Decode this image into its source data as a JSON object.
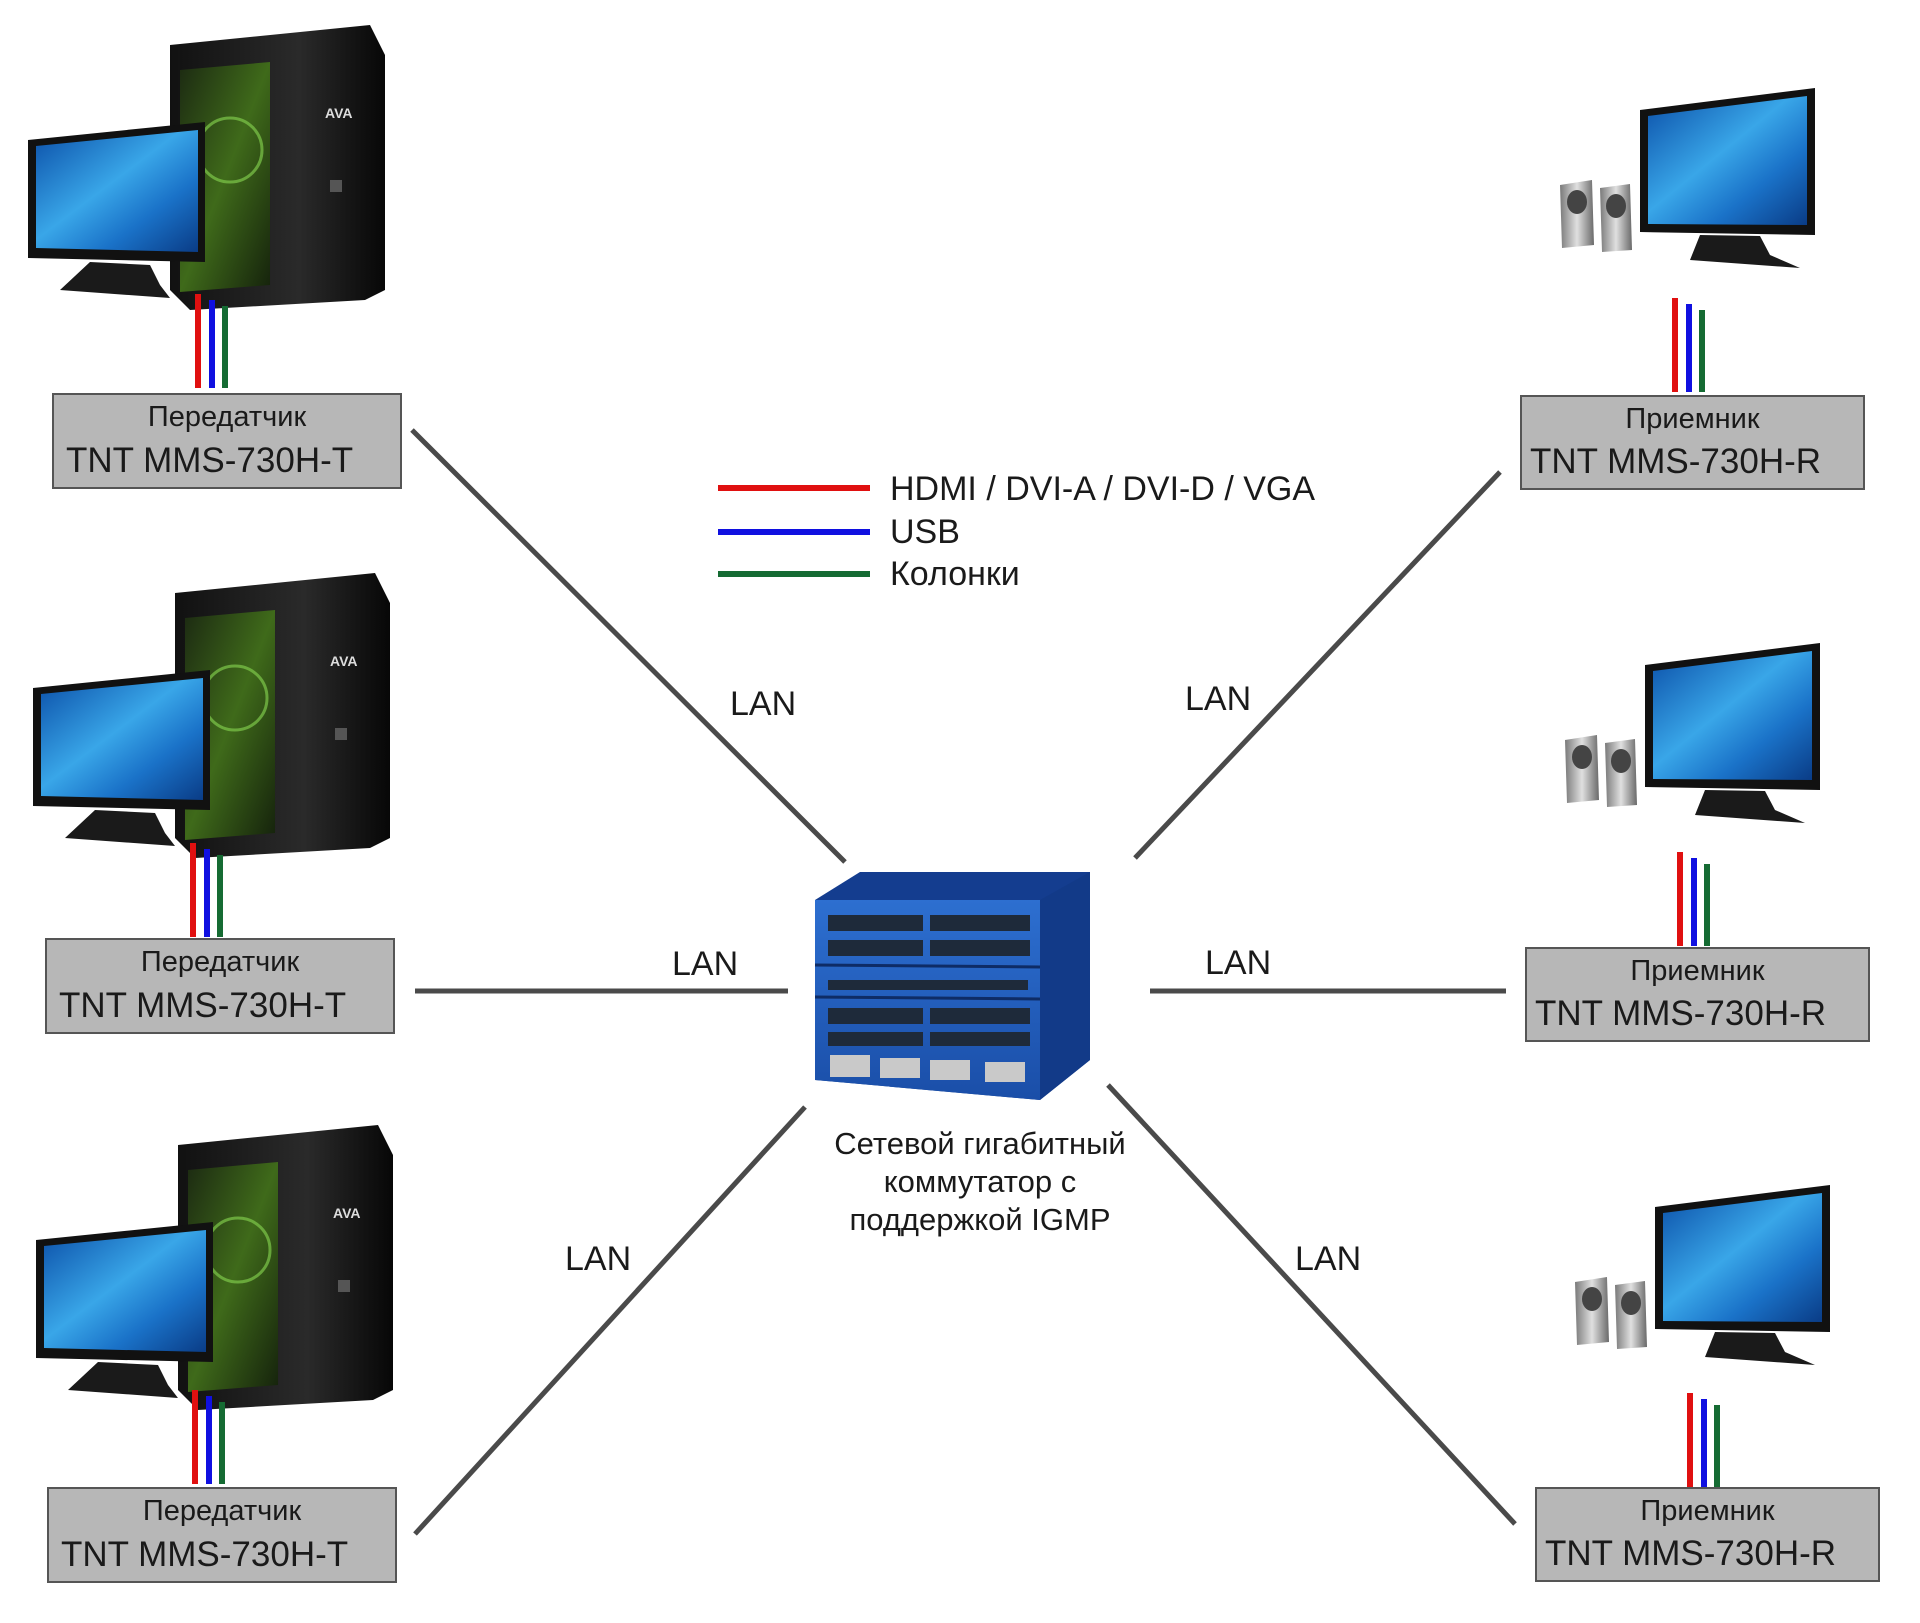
{
  "transmitters": [
    {
      "title": "Передатчик",
      "model": "TNT MMS-730H-T"
    },
    {
      "title": "Передатчик",
      "model": "TNT MMS-730H-T"
    },
    {
      "title": "Передатчик",
      "model": "TNT MMS-730H-T"
    }
  ],
  "receivers": [
    {
      "title": "Приемник",
      "model": "TNT MMS-730H-R"
    },
    {
      "title": "Приемник",
      "model": "TNT MMS-730H-R"
    },
    {
      "title": "Приемник",
      "model": "TNT MMS-730H-R"
    }
  ],
  "legend": [
    {
      "label": "HDMI / DVI-A / DVI-D / VGA",
      "color": "#e01010"
    },
    {
      "label": "USB",
      "color": "#1010e0"
    },
    {
      "label": "Колонки",
      "color": "#156b33"
    }
  ],
  "links": {
    "lan_label": "LAN",
    "line_color": "#4a4a4a"
  },
  "switch": {
    "caption_line1": "Сетевой гигабитный",
    "caption_line2": "коммутатор с",
    "caption_line3": "поддержкой IGMP"
  },
  "logo_text": "AVA"
}
